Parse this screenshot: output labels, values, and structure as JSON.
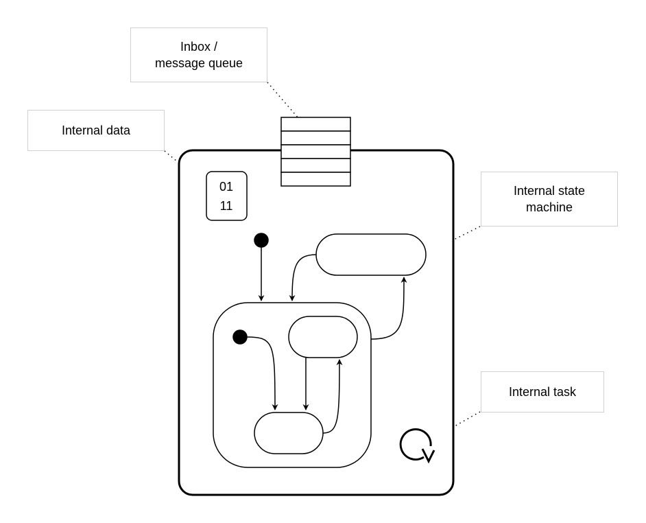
{
  "callouts": {
    "inbox": {
      "line1": "Inbox /",
      "line2": "message queue"
    },
    "internal_data": {
      "label": "Internal data"
    },
    "state_machine": {
      "line1": "Internal state",
      "line2": "machine"
    },
    "task": {
      "label": "Internal task"
    }
  },
  "data_box": {
    "line1": "01",
    "line2": "11"
  }
}
